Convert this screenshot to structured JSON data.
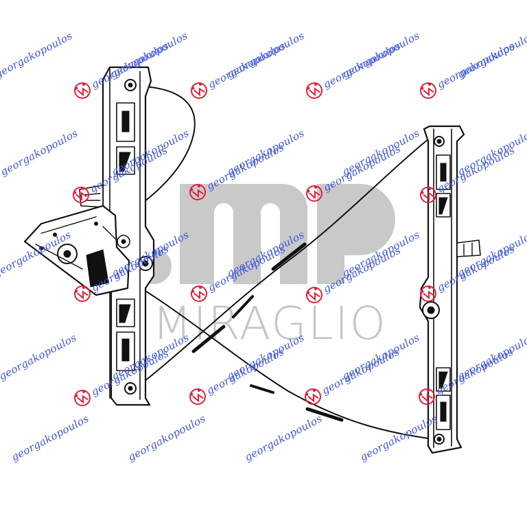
{
  "image": {
    "subject": "window-regulator-line-drawing"
  },
  "brand": {
    "logo_text": "MIRAGLIO",
    "logo_color": "#c6c6c6"
  },
  "watermark": {
    "text": "georgakopoulos",
    "color": "#3d55d6",
    "badge_color": "#e0203a"
  }
}
